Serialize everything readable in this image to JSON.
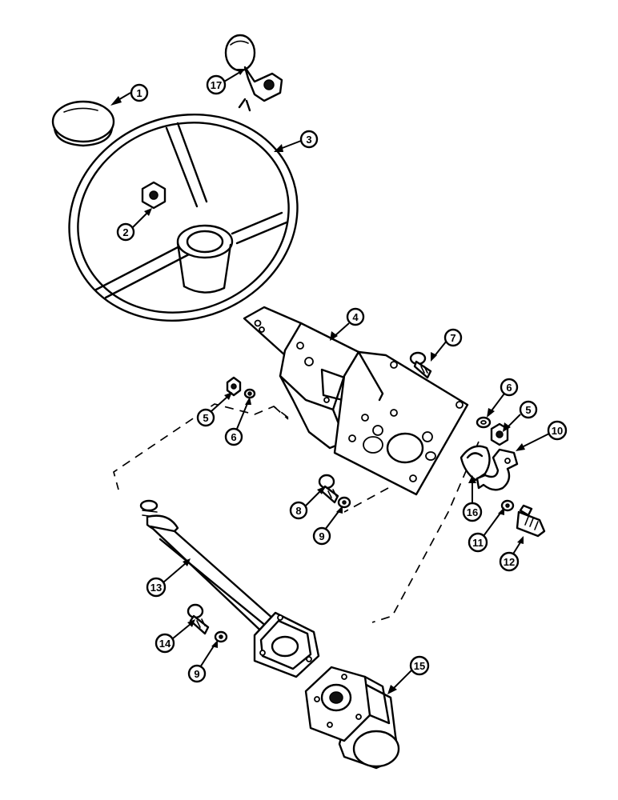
{
  "diagram": {
    "callouts": [
      {
        "id": "c1",
        "label": "1",
        "part": "cap"
      },
      {
        "id": "c2",
        "label": "2",
        "part": "nut"
      },
      {
        "id": "c3",
        "label": "3",
        "part": "steering-wheel"
      },
      {
        "id": "c4",
        "label": "4",
        "part": "bracket"
      },
      {
        "id": "c5a",
        "label": "5",
        "part": "nut"
      },
      {
        "id": "c5b",
        "label": "5",
        "part": "nut"
      },
      {
        "id": "c6a",
        "label": "6",
        "part": "washer"
      },
      {
        "id": "c6b",
        "label": "6",
        "part": "washer"
      },
      {
        "id": "c7",
        "label": "7",
        "part": "bolt"
      },
      {
        "id": "c8",
        "label": "8",
        "part": "bolt"
      },
      {
        "id": "c9a",
        "label": "9",
        "part": "washer"
      },
      {
        "id": "c9b",
        "label": "9",
        "part": "washer"
      },
      {
        "id": "c10",
        "label": "10",
        "part": "clamp-half"
      },
      {
        "id": "c11",
        "label": "11",
        "part": "washer"
      },
      {
        "id": "c12",
        "label": "12",
        "part": "bolt"
      },
      {
        "id": "c13",
        "label": "13",
        "part": "steering-column"
      },
      {
        "id": "c14",
        "label": "14",
        "part": "bolt"
      },
      {
        "id": "c15",
        "label": "15",
        "part": "steering-motor"
      },
      {
        "id": "c16",
        "label": "16",
        "part": "clamp-half"
      },
      {
        "id": "c17",
        "label": "17",
        "part": "spinner-knob"
      }
    ]
  }
}
